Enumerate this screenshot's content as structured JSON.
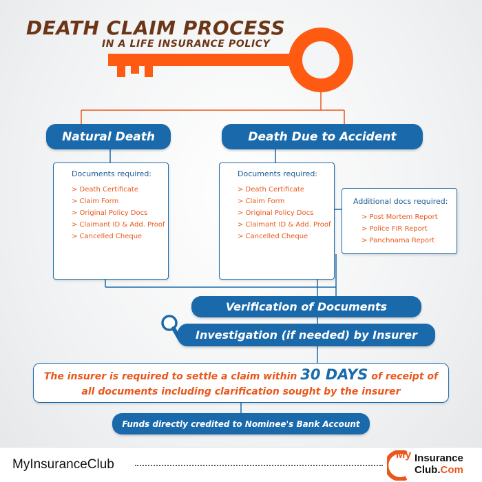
{
  "title": {
    "main": "DEATH CLAIM PROCESS",
    "sub": "IN A LIFE INSURANCE POLICY"
  },
  "branches": {
    "natural": {
      "label": "Natural Death",
      "docs_heading": "Documents required:",
      "docs": [
        "> Death Certificate",
        "> Claim Form",
        "> Original Policy Docs",
        "> Claimant ID & Add. Proof",
        "> Cancelled Cheque"
      ]
    },
    "accident": {
      "label": "Death Due to Accident",
      "docs_heading": "Documents required:",
      "docs": [
        "> Death Certificate",
        "> Claim Form",
        "> Original Policy Docs",
        "> Claimant ID & Add. Proof",
        "> Cancelled Cheque"
      ],
      "additional_heading": "Additional docs required:",
      "additional_docs": [
        "> Post Mortem Report",
        "> Police FIR Report",
        "> Panchnama Report"
      ]
    }
  },
  "steps": {
    "verification": "Verification of Documents",
    "investigation": "Investigation (if needed) by Insurer",
    "settle_pre": "The insurer is required to settle a claim within ",
    "settle_days": "30 DAYS",
    "settle_post": " of receipt of",
    "settle_line2": "all documents including clarification sought by the insurer",
    "funds": "Funds directly credited to Nominee's Bank Account"
  },
  "footer": {
    "brand": "MyInsuranceClub",
    "logo_my": "My",
    "logo_insurance": "Insurance",
    "logo_club": "Club.",
    "logo_com": "Com"
  },
  "colors": {
    "blue": "#1a6aab",
    "orange": "#e9571c",
    "brown": "#6b3516"
  },
  "icons": [
    "key-icon",
    "magnifier-icon"
  ]
}
